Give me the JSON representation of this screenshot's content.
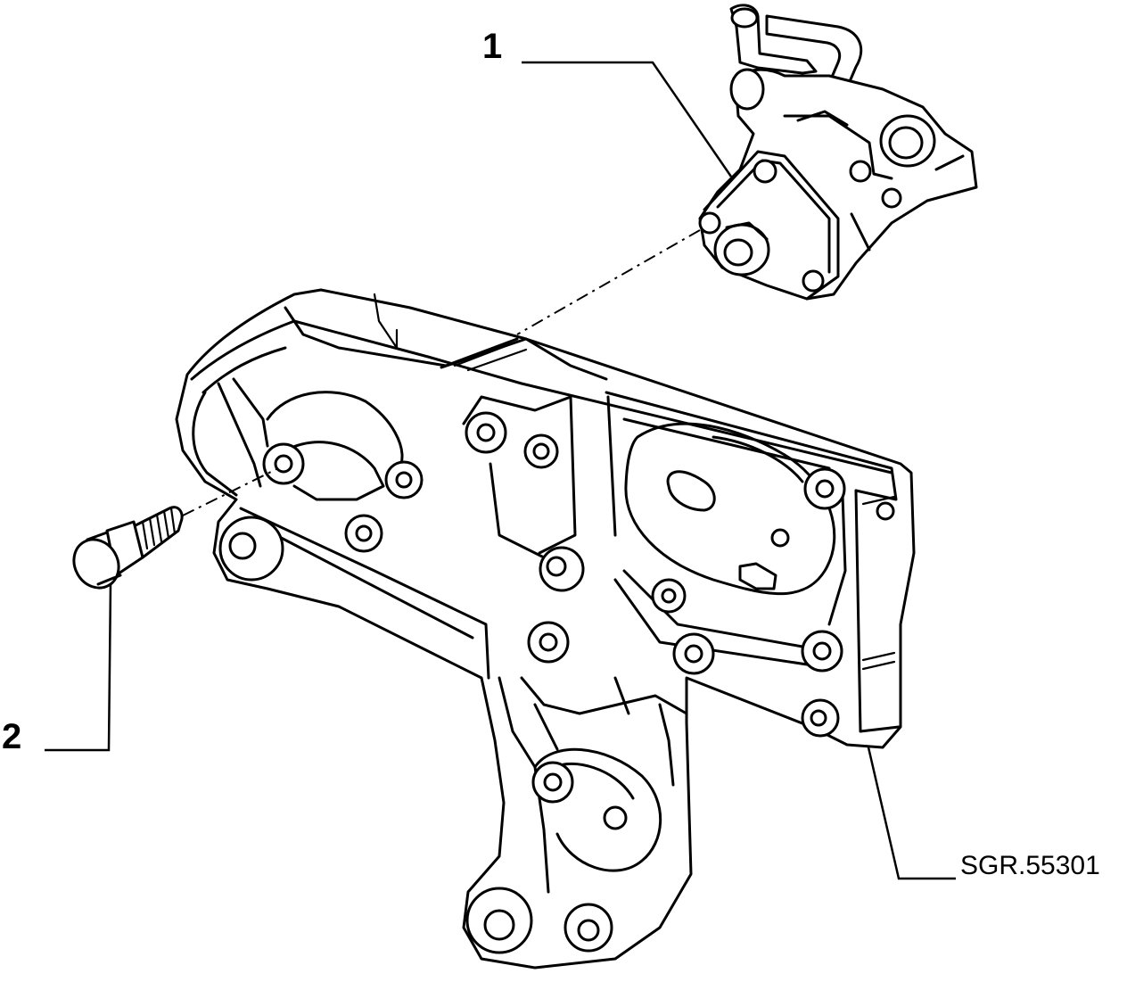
{
  "callouts": [
    {
      "label": "1"
    },
    {
      "label": "2"
    }
  ],
  "reference_code": "SGR.55301"
}
